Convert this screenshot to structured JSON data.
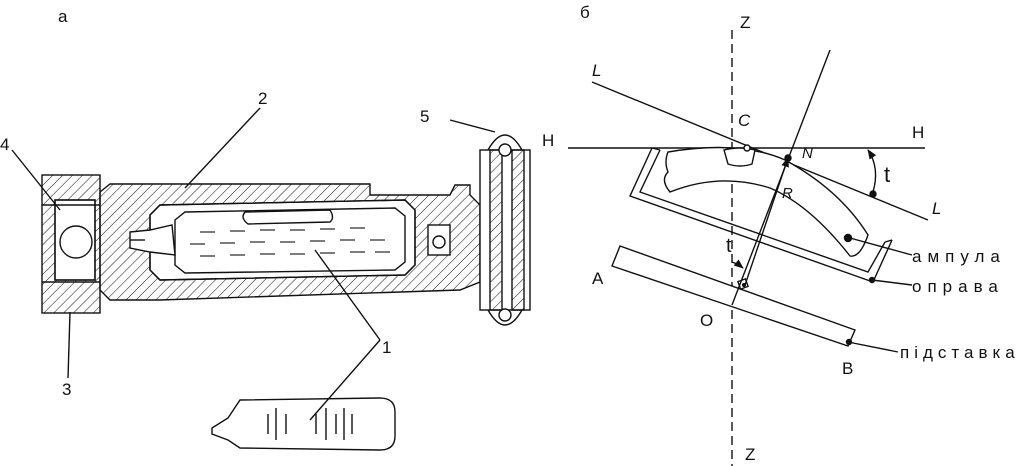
{
  "panel_a": {
    "caption": "а",
    "parts": {
      "p1": "1",
      "p2": "2",
      "p3": "3",
      "p4": "4",
      "p5": "5"
    }
  },
  "panel_b": {
    "caption": "б",
    "axis_top": "Z",
    "axis_bottom": "Z",
    "line_h_left": "H",
    "line_h_right": "H",
    "line_l_top": "L",
    "line_l_bottom": "L",
    "point_c": "C",
    "point_n": "N",
    "point_r": "R",
    "angle_t_right": "t",
    "angle_t_left": "t",
    "point_a": "A",
    "point_o": "O",
    "point_b": "B",
    "label_ampoule": "ампула",
    "label_frame": "оправа",
    "label_stand": "підставка"
  },
  "colors": {
    "ink": "#111111",
    "background": "#ffffff"
  }
}
